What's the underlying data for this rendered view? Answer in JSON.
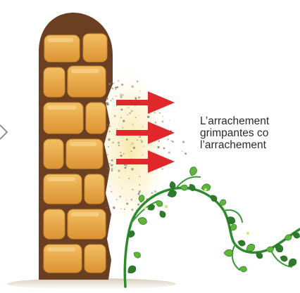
{
  "caption": {
    "line1": "L’arrachement",
    "line2": "grimpantes co",
    "line3": "l’arrachement"
  },
  "icons": {
    "wall": "stone-wall-icon",
    "arrow": "red-arrow-icon",
    "plant": "climbing-plant-icon",
    "partial_edge": "chevron-icon"
  },
  "colors": {
    "mortar": "#6b3f22",
    "stone": "#e9a73f",
    "stone_highlight": "#f6cf82",
    "arrow": "#e0272a",
    "vine_stem": "#2e8a2e",
    "leaf": "#5fb43c",
    "leaf_dark": "#2f7a2a",
    "dust": "#8a8578",
    "glow": "#f8edc0"
  }
}
